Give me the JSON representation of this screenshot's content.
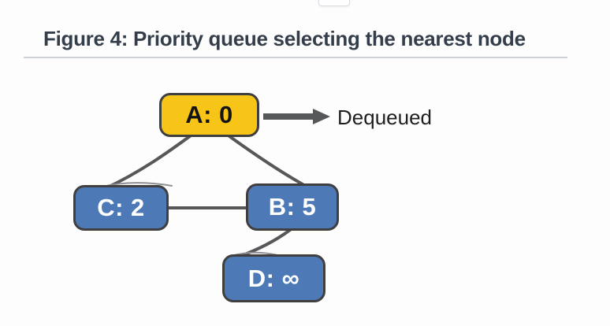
{
  "figure": {
    "title": "Figure 4: Priority queue selecting the nearest node"
  },
  "annotation": {
    "dequeued_label": "Dequeued"
  },
  "graph": {
    "nodes": [
      {
        "id": "A",
        "label": "A: 0",
        "state": "dequeued-active"
      },
      {
        "id": "C",
        "label": "C: 2",
        "state": "pending"
      },
      {
        "id": "B",
        "label": "B: 5",
        "state": "pending"
      },
      {
        "id": "D",
        "label": "D: ∞",
        "state": "pending"
      }
    ],
    "edges": [
      {
        "from": "A",
        "to": "C"
      },
      {
        "from": "A",
        "to": "B"
      },
      {
        "from": "C",
        "to": "B"
      },
      {
        "from": "B",
        "to": "D"
      }
    ]
  },
  "colors": {
    "active_node_fill": "#f6c518",
    "node_fill": "#4e79b7",
    "node_border": "#3f3f3f",
    "edge": "#565759",
    "title": "#343e4b"
  }
}
